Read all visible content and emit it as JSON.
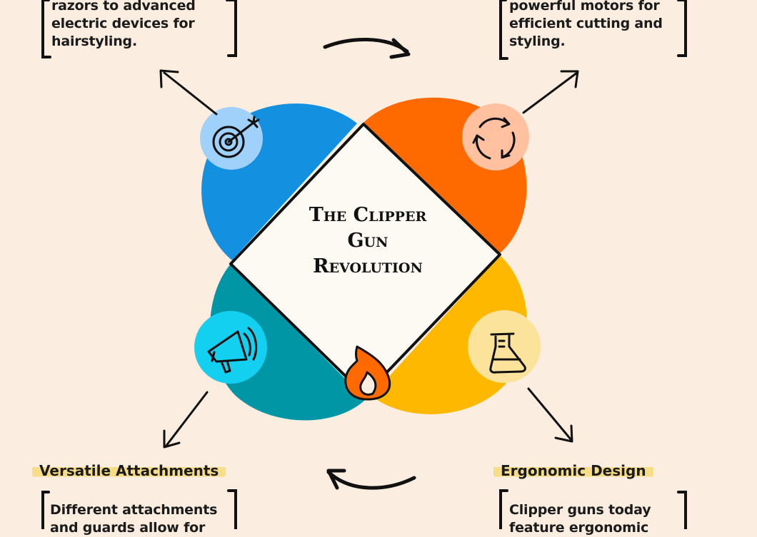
{
  "diagram": {
    "title": [
      "The Clipper",
      "Gun",
      "Revolution"
    ],
    "top_left_text": [
      "razors to advanced",
      "electric devices for",
      "hairstyling."
    ],
    "top_right_text": [
      "powerful motors for",
      "efficient cutting and",
      "styling."
    ],
    "bottom_left": {
      "heading": "Versatile Attachments",
      "text": [
        "Different attachments",
        "and guards allow for"
      ]
    },
    "bottom_right": {
      "heading": "Ergonomic Design",
      "text": [
        "Clipper guns today",
        "feature ergonomic"
      ]
    },
    "colors": {
      "background": "#fbeee0",
      "blue": "#1490e0",
      "orange": "#ff6a00",
      "teal": "#0096a6",
      "yellow": "#ffb800",
      "highlight": "#f7dd88"
    },
    "icons": [
      "target-icon",
      "recycle-icon",
      "megaphone-icon",
      "flask-icon",
      "flame-icon"
    ]
  }
}
